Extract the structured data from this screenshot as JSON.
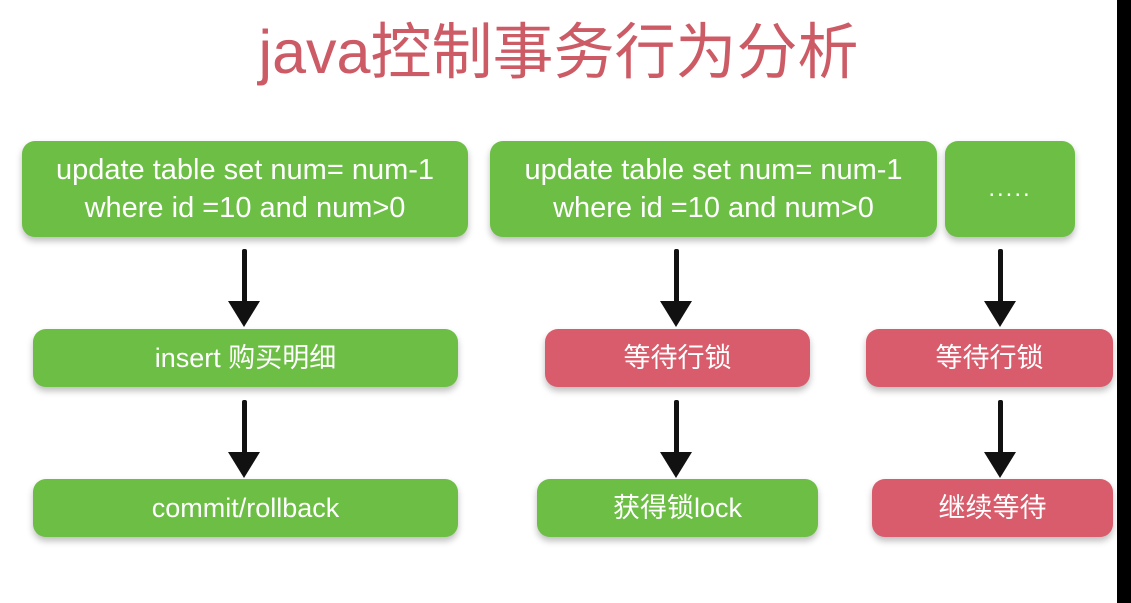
{
  "slide": {
    "title": "java控制事务行为分析",
    "title_color": "#cc5b66",
    "background_color": "#ffffff",
    "edge_bar_color": "#000000"
  },
  "palette": {
    "green": "#6cbe45",
    "red": "#d85c6b",
    "node_text": "#ffffff",
    "arrow": "#111111"
  },
  "columns": [
    {
      "id": "column-1",
      "nodes": [
        {
          "name": "sql-update-statement",
          "color": "green",
          "line1": "update table set num= num-1",
          "line2": "where id =10 and num>0"
        },
        {
          "name": "insert-detail",
          "color": "green",
          "line1": "insert 购买明细",
          "line2": ""
        },
        {
          "name": "commit-rollback",
          "color": "green",
          "line1": "commit/rollback",
          "line2": ""
        }
      ]
    },
    {
      "id": "column-2",
      "nodes": [
        {
          "name": "sql-update-statement",
          "color": "green",
          "line1": "update table set num= num-1",
          "line2": "where id =10 and num>0"
        },
        {
          "name": "wait-row-lock",
          "color": "red",
          "line1": "等待行锁",
          "line2": ""
        },
        {
          "name": "acquire-lock",
          "color": "green",
          "line1": "获得锁lock",
          "line2": ""
        }
      ]
    },
    {
      "id": "column-3",
      "nodes": [
        {
          "name": "ellipsis-placeholder",
          "color": "green",
          "line1": ".....",
          "line2": ""
        },
        {
          "name": "wait-row-lock",
          "color": "red",
          "line1": "等待行锁",
          "line2": ""
        },
        {
          "name": "keep-waiting",
          "color": "red",
          "line1": "继续等待",
          "line2": ""
        }
      ]
    }
  ]
}
